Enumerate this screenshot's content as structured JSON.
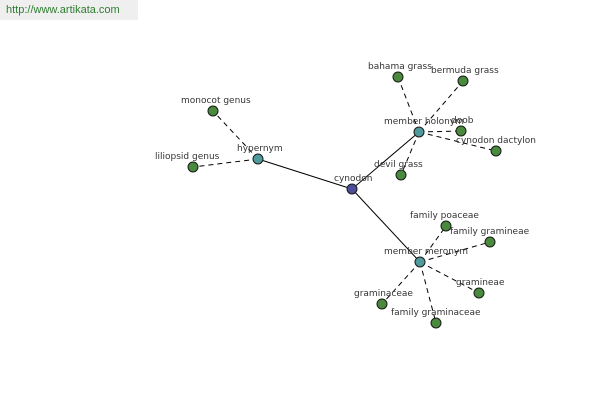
{
  "site": {
    "url": "http://www.artikata.com"
  },
  "colors": {
    "root": "#4b4f9a",
    "hub": "#4f9a9a",
    "leaf": "#4a8a3c",
    "url_text": "#2f7d2f"
  },
  "graph": {
    "nodes": [
      {
        "id": "cynodon",
        "label": "cynodon",
        "role": "root"
      },
      {
        "id": "hypernym",
        "label": "hypernym",
        "role": "hub"
      },
      {
        "id": "member-holonym",
        "label": "member holonym",
        "role": "hub"
      },
      {
        "id": "member-meronym",
        "label": "member meronym",
        "role": "hub"
      },
      {
        "id": "monocot-genus",
        "label": "monocot genus",
        "role": "leaf"
      },
      {
        "id": "liliopsid-genus",
        "label": "liliopsid genus",
        "role": "leaf"
      },
      {
        "id": "bahama-grass",
        "label": "bahama grass",
        "role": "leaf"
      },
      {
        "id": "bermuda-grass",
        "label": "bermuda grass",
        "role": "leaf"
      },
      {
        "id": "doob",
        "label": "doob",
        "role": "leaf"
      },
      {
        "id": "cynodon-dactylon",
        "label": "cynodon dactylon",
        "role": "leaf"
      },
      {
        "id": "devil-grass",
        "label": "devil grass",
        "role": "leaf"
      },
      {
        "id": "family-poaceae",
        "label": "family poaceae",
        "role": "leaf"
      },
      {
        "id": "family-gramineae",
        "label": "family gramineae",
        "role": "leaf"
      },
      {
        "id": "gramineae",
        "label": "gramineae",
        "role": "leaf"
      },
      {
        "id": "graminaceae",
        "label": "graminaceae",
        "role": "leaf"
      },
      {
        "id": "family-graminaceae",
        "label": "family graminaceae",
        "role": "leaf"
      }
    ],
    "edges": [
      {
        "from": "cynodon",
        "to": "hypernym",
        "style": "solid"
      },
      {
        "from": "cynodon",
        "to": "member-holonym",
        "style": "solid"
      },
      {
        "from": "cynodon",
        "to": "member-meronym",
        "style": "solid"
      },
      {
        "from": "hypernym",
        "to": "monocot-genus",
        "style": "dashed"
      },
      {
        "from": "hypernym",
        "to": "liliopsid-genus",
        "style": "dashed"
      },
      {
        "from": "member-holonym",
        "to": "bahama-grass",
        "style": "dashed"
      },
      {
        "from": "member-holonym",
        "to": "bermuda-grass",
        "style": "dashed"
      },
      {
        "from": "member-holonym",
        "to": "doob",
        "style": "dashed"
      },
      {
        "from": "member-holonym",
        "to": "cynodon-dactylon",
        "style": "dashed"
      },
      {
        "from": "member-holonym",
        "to": "devil-grass",
        "style": "dashed"
      },
      {
        "from": "member-meronym",
        "to": "family-poaceae",
        "style": "dashed"
      },
      {
        "from": "member-meronym",
        "to": "family-gramineae",
        "style": "dashed"
      },
      {
        "from": "member-meronym",
        "to": "gramineae",
        "style": "dashed"
      },
      {
        "from": "member-meronym",
        "to": "graminaceae",
        "style": "dashed"
      },
      {
        "from": "member-meronym",
        "to": "family-graminaceae",
        "style": "dashed"
      }
    ]
  }
}
